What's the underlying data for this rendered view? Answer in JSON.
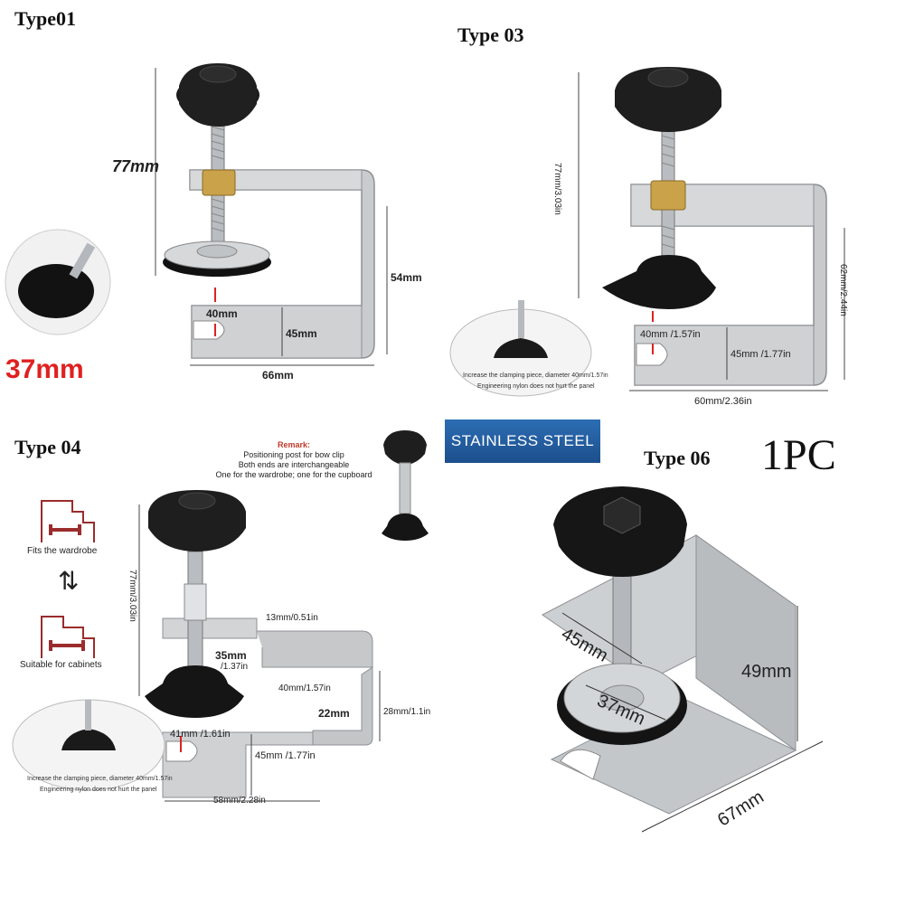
{
  "type01": {
    "title": "Type01",
    "height_label": "77mm",
    "inner_height_label": "54mm",
    "gap_label": "40mm",
    "depth_label": "45mm",
    "width_label": "66mm",
    "pad_label": "37mm"
  },
  "type03": {
    "title": "Type 03",
    "height_label": "77mm/3.03in",
    "inner_height_label": "62mm/2.44in",
    "gap_label": "40mm /1.57in",
    "depth_label": "45mm /1.77in",
    "width_label": "60mm/2.36in",
    "inset_line1": "Increase the clamping piece, diameter 40mm/1.57in",
    "inset_line2": "Engineering nylon does not hurt the panel"
  },
  "type04": {
    "title": "Type 04",
    "remark_title": "Remark:",
    "remark_line1": "Positioning post for bow clip",
    "remark_line2": "Both ends are interchangeable",
    "remark_line3": "One for the wardrobe; one for the cupboard",
    "fits_wardrobe": "Fits the wardrobe",
    "swap_symbol": "⇅",
    "fits_cabinets": "Suitable for cabinets",
    "height_label": "77mm/3.03in",
    "top_label": "13mm/0.51in",
    "step_label": "35mm",
    "step_label_in": "/1.37in",
    "step_width_label": "40mm/1.57in",
    "right_height_label": "28mm/1.1in",
    "small_label": "22mm",
    "gap_label": "41mm /1.61in",
    "depth_label": "45mm /1.77in",
    "width_label": "58mm/2.28in",
    "inset_line1": "Increase the clamping piece, diameter 40mm/1.57in",
    "inset_line2": "Engineering nylon does not hurt the panel"
  },
  "badge": "STAINLESS STEEL",
  "type06": {
    "title": "Type 06",
    "quantity": "1PC",
    "depth_label": "45mm",
    "pad_label": "37mm",
    "height_label": "49mm",
    "width_label": "67mm"
  }
}
